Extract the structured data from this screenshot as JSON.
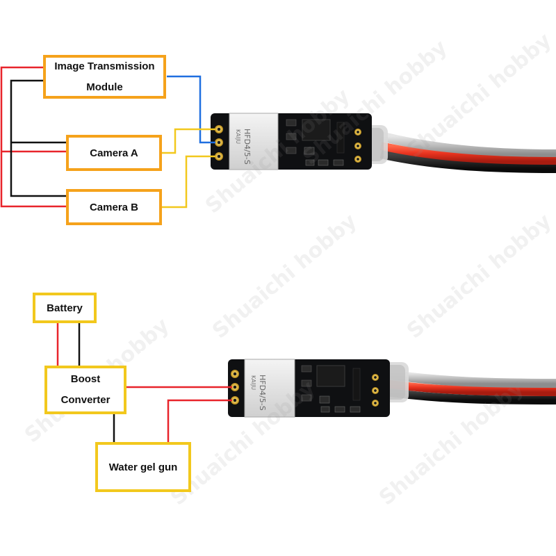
{
  "diagram_top": {
    "image_transmission_line1": "Image Transmission",
    "image_transmission_line2": "Module",
    "camera_a": "Camera A",
    "camera_b": "Camera B"
  },
  "diagram_bottom": {
    "battery": "Battery",
    "boost_line1": "Boost",
    "boost_line2": "Converter",
    "water_gel_gun": "Water gel gun"
  },
  "relay_markings": {
    "model": "HFD4/5-S",
    "brand": "KAIJU"
  },
  "watermark": "Shuaichi hobby",
  "colors": {
    "orange_box": "#f5a21b",
    "yellow_box": "#f2c81d",
    "wire_red": "#e8242b",
    "wire_black": "#111111",
    "wire_blue": "#1f6fe0",
    "wire_yellow": "#f2c81d"
  }
}
